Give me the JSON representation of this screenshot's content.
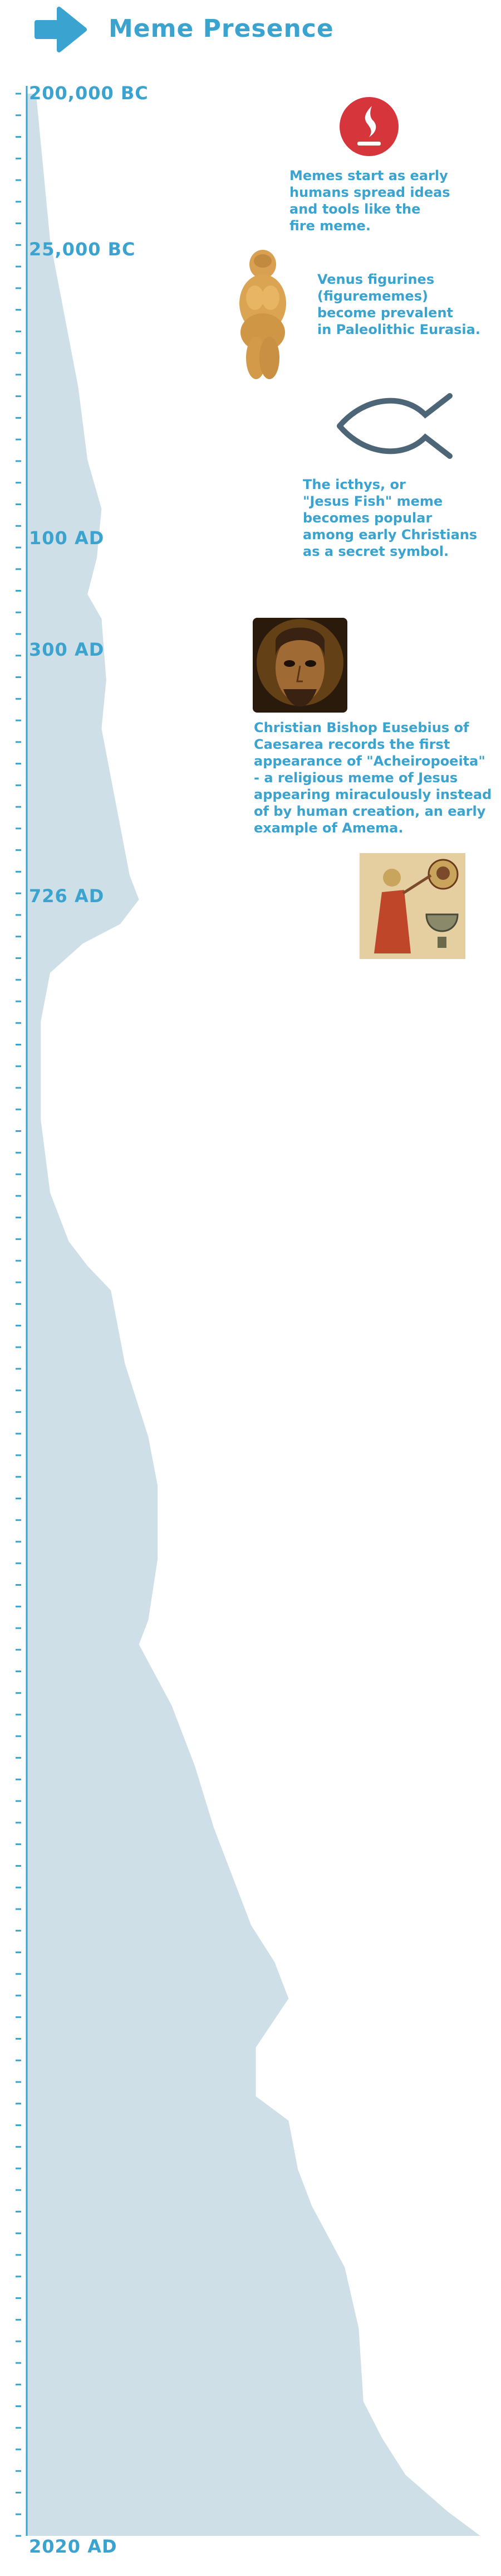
{
  "header": {
    "title": "Meme Presence",
    "icon": "arrow-right-icon",
    "accent": "#3aa3cf"
  },
  "colors": {
    "accent": "#3aa3cf",
    "area_fill": "#cfdfe7",
    "axis": "#3aa3cf",
    "icthys": "#4c6577",
    "fire_badge": "#d6363b"
  },
  "chart_data": {
    "type": "area",
    "title": "Meme Presence",
    "orientation": "vertical-timeline",
    "grid": false,
    "ticks_minor": 113,
    "eras": [
      {
        "label": "200,000 BC",
        "t": 0.0
      },
      {
        "label": "25,000 BC",
        "t": 0.0625
      },
      {
        "label": "100 AD",
        "t": 0.1795
      },
      {
        "label": "300 AD",
        "t": 0.2248
      },
      {
        "label": "726 AD",
        "t": 0.3243
      },
      {
        "label": "2020 AD",
        "t": 1.0
      }
    ],
    "series": [
      {
        "values": [
          [
            0.0,
            0.02
          ],
          [
            0.02,
            0.03
          ],
          [
            0.06,
            0.05
          ],
          [
            0.08,
            0.07
          ],
          [
            0.1,
            0.09
          ],
          [
            0.12,
            0.11
          ],
          [
            0.15,
            0.13
          ],
          [
            0.17,
            0.16
          ],
          [
            0.19,
            0.15
          ],
          [
            0.205,
            0.13
          ],
          [
            0.215,
            0.16
          ],
          [
            0.24,
            0.17
          ],
          [
            0.26,
            0.16
          ],
          [
            0.28,
            0.18
          ],
          [
            0.3,
            0.2
          ],
          [
            0.32,
            0.22
          ],
          [
            0.33,
            0.24
          ],
          [
            0.34,
            0.2
          ],
          [
            0.348,
            0.12
          ],
          [
            0.36,
            0.05
          ],
          [
            0.38,
            0.03
          ],
          [
            0.42,
            0.03
          ],
          [
            0.45,
            0.05
          ],
          [
            0.47,
            0.09
          ],
          [
            0.48,
            0.13
          ],
          [
            0.49,
            0.18
          ],
          [
            0.52,
            0.21
          ],
          [
            0.55,
            0.26
          ],
          [
            0.57,
            0.28
          ],
          [
            0.6,
            0.28
          ],
          [
            0.625,
            0.26
          ],
          [
            0.635,
            0.24
          ],
          [
            0.66,
            0.31
          ],
          [
            0.685,
            0.36
          ],
          [
            0.71,
            0.4
          ],
          [
            0.73,
            0.44
          ],
          [
            0.75,
            0.48
          ],
          [
            0.765,
            0.53
          ],
          [
            0.78,
            0.56
          ],
          [
            0.8,
            0.49
          ],
          [
            0.82,
            0.49
          ],
          [
            0.83,
            0.56
          ],
          [
            0.85,
            0.58
          ],
          [
            0.865,
            0.61
          ],
          [
            0.89,
            0.68
          ],
          [
            0.915,
            0.71
          ],
          [
            0.945,
            0.72
          ],
          [
            0.96,
            0.76
          ],
          [
            0.975,
            0.81
          ],
          [
            0.99,
            0.9
          ],
          [
            1.0,
            0.97
          ]
        ]
      }
    ],
    "annotations": [
      {
        "id": "fire",
        "text": "Memes start as early\nhumans spread ideas\nand tools like the\nfire meme.",
        "icon": "fire-icon"
      },
      {
        "id": "venus",
        "text": "Venus figurines\n (figurememes)\n become prevalent\nin Paleolithic Eurasia.",
        "icon": "venus-figurine-icon"
      },
      {
        "id": "icthys",
        "text": "The icthys, or\n\"Jesus Fish\" meme\nbecomes popular\namong early Christians\nas a secret symbol.",
        "icon": "jesus-fish-icon"
      },
      {
        "id": "eusebius",
        "text": "Christian Bishop Eusebius of\nCaesarea records the first\nappearance of \"Acheiropoeita\"\n- a religious meme  of Jesus\nappearing miraculously instead\nof by human creation, an early\nexample of Amema.",
        "icon": "icon-portrait-icon"
      },
      {
        "id": "iconoclasm",
        "text": "",
        "icon": "byzantine-manuscript-icon"
      }
    ]
  }
}
